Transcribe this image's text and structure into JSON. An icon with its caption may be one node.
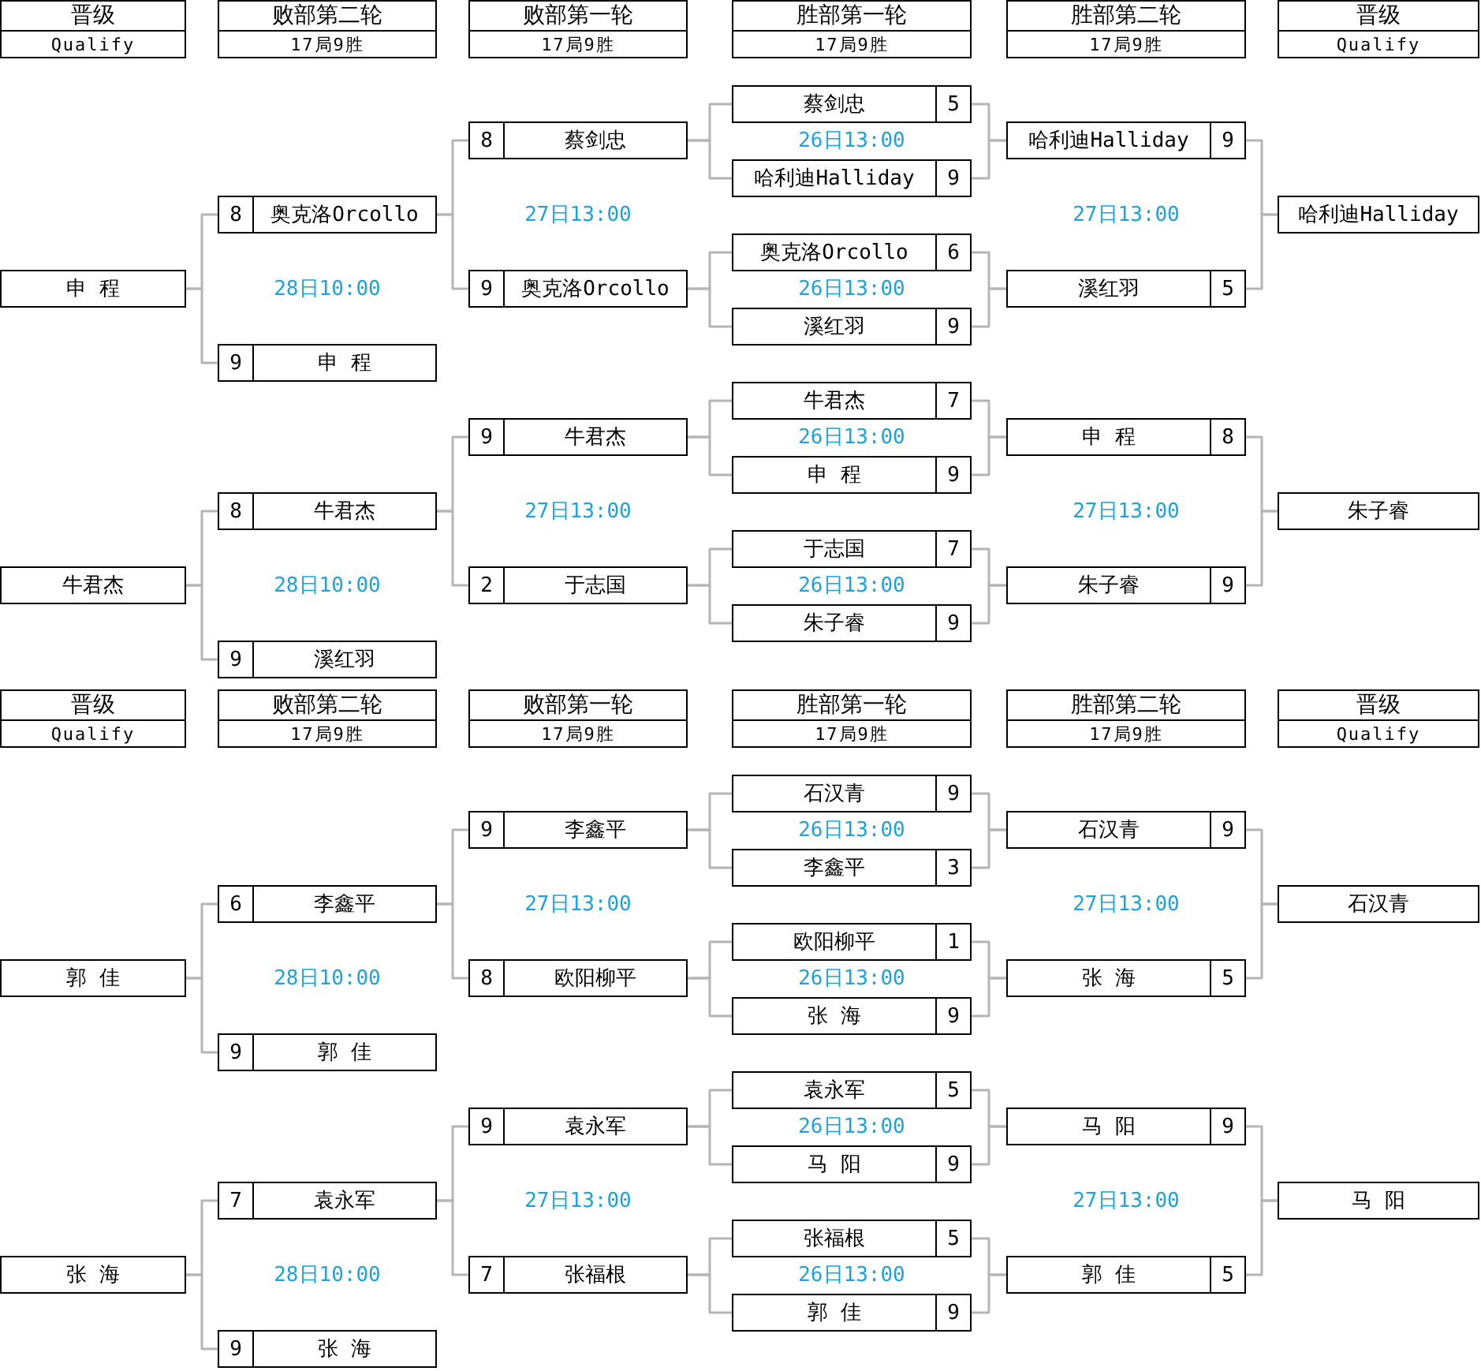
{
  "diagram": {
    "nodes": [
      {
        "text": [
          "晋级",
          "Qualify"
        ]
      },
      {
        "text": [
          "败部第二轮",
          "17局9胜"
        ]
      },
      {
        "text": [
          "败部第一轮",
          "17局9胜"
        ]
      },
      {
        "text": [
          "胜部第一轮",
          "17局9胜"
        ]
      },
      {
        "text": [
          "胜部第二轮",
          "17局9胜"
        ]
      },
      {
        "text": [
          "晋级",
          "Qualify"
        ]
      },
      {
        "text": [
          "申 程"
        ]
      },
      {
        "text": [
          "8",
          "奥克洛Orcollo"
        ]
      },
      {
        "text": [
          "9",
          "申 程"
        ]
      },
      {
        "text": [
          "8",
          "蔡剑忠"
        ]
      },
      {
        "text": [
          "9",
          "奥克洛Orcollo"
        ]
      },
      {
        "text": [
          "蔡剑忠",
          "5"
        ]
      },
      {
        "text": [
          "哈利迪Halliday",
          "9"
        ]
      },
      {
        "text": [
          "奥克洛Orcollo",
          "6"
        ]
      },
      {
        "text": [
          "溪红羽",
          "9"
        ]
      },
      {
        "text": [
          "哈利迪Halliday",
          "9"
        ]
      },
      {
        "text": [
          "溪红羽",
          "5"
        ]
      },
      {
        "text": [
          "哈利迪Halliday"
        ]
      },
      {
        "text": [
          "牛君杰"
        ]
      },
      {
        "text": [
          "8",
          "牛君杰"
        ]
      },
      {
        "text": [
          "9",
          "溪红羽"
        ]
      },
      {
        "text": [
          "9",
          "牛君杰"
        ]
      },
      {
        "text": [
          "2",
          "于志国"
        ]
      },
      {
        "text": [
          "牛君杰",
          "7"
        ]
      },
      {
        "text": [
          "申 程",
          "9"
        ]
      },
      {
        "text": [
          "于志国",
          "7"
        ]
      },
      {
        "text": [
          "朱子睿",
          "9"
        ]
      },
      {
        "text": [
          "申 程",
          "8"
        ]
      },
      {
        "text": [
          "朱子睿",
          "9"
        ]
      },
      {
        "text": [
          "朱子睿"
        ]
      },
      {
        "text": [
          "晋级",
          "Qualify"
        ]
      },
      {
        "text": [
          "败部第二轮",
          "17局9胜"
        ]
      },
      {
        "text": [
          "败部第一轮",
          "17局9胜"
        ]
      },
      {
        "text": [
          "胜部第一轮",
          "17局9胜"
        ]
      },
      {
        "text": [
          "胜部第二轮",
          "17局9胜"
        ]
      },
      {
        "text": [
          "晋级",
          "Qualify"
        ]
      },
      {
        "text": [
          "郭 佳"
        ]
      },
      {
        "text": [
          "6",
          "李鑫平"
        ]
      },
      {
        "text": [
          "9",
          "郭 佳"
        ]
      },
      {
        "text": [
          "9",
          "李鑫平"
        ]
      },
      {
        "text": [
          "8",
          "欧阳柳平"
        ]
      },
      {
        "text": [
          "石汉青",
          "9"
        ]
      },
      {
        "text": [
          "李鑫平",
          "3"
        ]
      },
      {
        "text": [
          "欧阳柳平",
          "1"
        ]
      },
      {
        "text": [
          "张 海",
          "9"
        ]
      },
      {
        "text": [
          "石汉青",
          "9"
        ]
      },
      {
        "text": [
          "张 海",
          "5"
        ]
      },
      {
        "text": [
          "石汉青"
        ]
      },
      {
        "text": [
          "张 海"
        ]
      },
      {
        "text": [
          "7",
          "袁永军"
        ]
      },
      {
        "text": [
          "9",
          "张 海"
        ]
      },
      {
        "text": [
          "9",
          "袁永军"
        ]
      },
      {
        "text": [
          "7",
          "张福根"
        ]
      },
      {
        "text": [
          "袁永军",
          "5"
        ]
      },
      {
        "text": [
          "马 阳",
          "9"
        ]
      },
      {
        "text": [
          "张福根",
          "5"
        ]
      },
      {
        "text": [
          "郭 佳",
          "9"
        ]
      },
      {
        "text": [
          "马 阳",
          "9"
        ]
      },
      {
        "text": [
          "郭 佳",
          "5"
        ]
      },
      {
        "text": [
          "马 阳"
        ]
      }
    ],
    "edges": [
      {
        "from": 11,
        "to": 15,
        "arrow": "none"
      },
      {
        "from": 12,
        "to": 15,
        "arrow": "none"
      },
      {
        "from": 13,
        "to": 16,
        "arrow": "none"
      },
      {
        "from": 14,
        "to": 16,
        "arrow": "none"
      },
      {
        "from": 11,
        "to": 9,
        "arrow": "none"
      },
      {
        "from": 12,
        "to": 9,
        "arrow": "none"
      },
      {
        "from": 13,
        "to": 10,
        "arrow": "none"
      },
      {
        "from": 14,
        "to": 10,
        "arrow": "none"
      },
      {
        "from": 9,
        "to": 7,
        "arrow": "none"
      },
      {
        "from": 10,
        "to": 7,
        "arrow": "none"
      },
      {
        "from": 7,
        "to": 6,
        "arrow": "none"
      },
      {
        "from": 8,
        "to": 6,
        "arrow": "none"
      },
      {
        "from": 15,
        "to": 17,
        "arrow": "none"
      },
      {
        "from": 16,
        "to": 17,
        "arrow": "none"
      },
      {
        "from": 23,
        "to": 27,
        "arrow": "none"
      },
      {
        "from": 24,
        "to": 27,
        "arrow": "none"
      },
      {
        "from": 25,
        "to": 28,
        "arrow": "none"
      },
      {
        "from": 26,
        "to": 28,
        "arrow": "none"
      },
      {
        "from": 23,
        "to": 21,
        "arrow": "none"
      },
      {
        "from": 24,
        "to": 21,
        "arrow": "none"
      },
      {
        "from": 25,
        "to": 22,
        "arrow": "none"
      },
      {
        "from": 26,
        "to": 22,
        "arrow": "none"
      },
      {
        "from": 21,
        "to": 19,
        "arrow": "none"
      },
      {
        "from": 22,
        "to": 19,
        "arrow": "none"
      },
      {
        "from": 19,
        "to": 18,
        "arrow": "none"
      },
      {
        "from": 20,
        "to": 18,
        "arrow": "none"
      },
      {
        "from": 27,
        "to": 29,
        "arrow": "none"
      },
      {
        "from": 28,
        "to": 29,
        "arrow": "none"
      },
      {
        "from": 41,
        "to": 45,
        "arrow": "none"
      },
      {
        "from": 42,
        "to": 45,
        "arrow": "none"
      },
      {
        "from": 43,
        "to": 46,
        "arrow": "none"
      },
      {
        "from": 44,
        "to": 46,
        "arrow": "none"
      },
      {
        "from": 41,
        "to": 39,
        "arrow": "none"
      },
      {
        "from": 42,
        "to": 39,
        "arrow": "none"
      },
      {
        "from": 43,
        "to": 40,
        "arrow": "none"
      },
      {
        "from": 44,
        "to": 40,
        "arrow": "none"
      },
      {
        "from": 39,
        "to": 37,
        "arrow": "none"
      },
      {
        "from": 40,
        "to": 37,
        "arrow": "none"
      },
      {
        "from": 37,
        "to": 36,
        "arrow": "none"
      },
      {
        "from": 38,
        "to": 36,
        "arrow": "none"
      },
      {
        "from": 45,
        "to": 47,
        "arrow": "none"
      },
      {
        "from": 46,
        "to": 47,
        "arrow": "none"
      },
      {
        "from": 53,
        "to": 57,
        "arrow": "none"
      },
      {
        "from": 54,
        "to": 57,
        "arrow": "none"
      },
      {
        "from": 55,
        "to": 58,
        "arrow": "none"
      },
      {
        "from": 56,
        "to": 58,
        "arrow": "none"
      },
      {
        "from": 53,
        "to": 51,
        "arrow": "none"
      },
      {
        "from": 54,
        "to": 51,
        "arrow": "none"
      },
      {
        "from": 55,
        "to": 52,
        "arrow": "none"
      },
      {
        "from": 56,
        "to": 52,
        "arrow": "none"
      },
      {
        "from": 51,
        "to": 49,
        "arrow": "none"
      },
      {
        "from": 52,
        "to": 49,
        "arrow": "none"
      },
      {
        "from": 49,
        "to": 48,
        "arrow": "none"
      },
      {
        "from": 50,
        "to": 48,
        "arrow": "none"
      },
      {
        "from": 57,
        "to": 59,
        "arrow": "none"
      },
      {
        "from": 58,
        "to": 59,
        "arrow": "none"
      }
    ],
    "labels": [
      "26日13:00",
      "27日13:00",
      "27日13:00",
      "28日10:00",
      "26日13:00",
      "26日13:00",
      "27日13:00",
      "27日13:00",
      "28日10:00",
      "26日13:00",
      "26日13:00",
      "27日13:00",
      "27日13:00",
      "28日10:00",
      "26日13:00",
      "26日13:00",
      "27日13:00",
      "27日13:00",
      "28日10:00",
      "26日13:00"
    ]
  }
}
